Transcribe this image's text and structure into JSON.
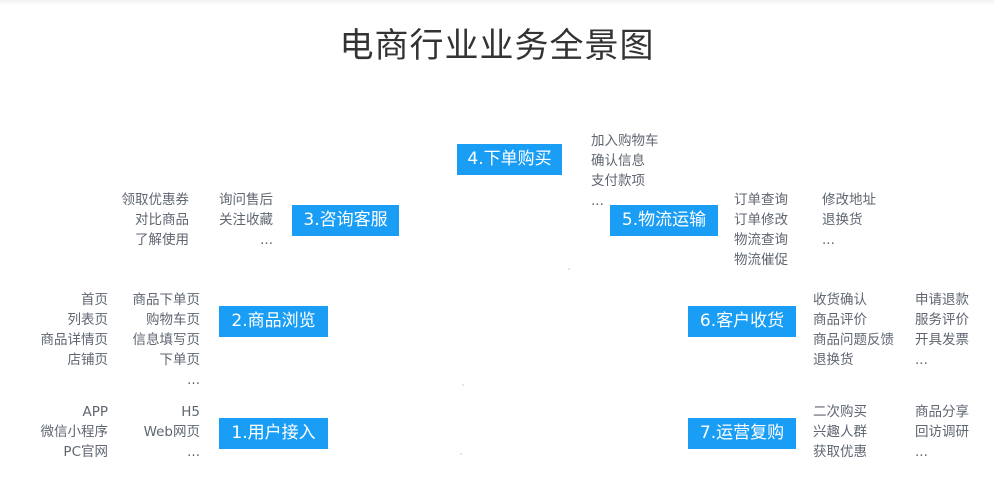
{
  "title": "电商行业业务全景图",
  "colors": {
    "stage_box": "#1a9ef5",
    "stage_text": "#ffffff",
    "list_text": "#5f6670",
    "title_text": "#333333"
  },
  "stages": {
    "s1": {
      "label": "1.用户接入",
      "left_list": [
        "APP",
        "微信小程序",
        "PC官网"
      ],
      "right_list": [
        "H5",
        "Web网页",
        "..."
      ]
    },
    "s2": {
      "label": "2.商品浏览",
      "left_list": [
        "首页",
        "列表页",
        "商品详情页",
        "店铺页"
      ],
      "right_list": [
        "商品下单页",
        "购物车页",
        "信息填写页",
        "下单页",
        "..."
      ]
    },
    "s3": {
      "label": "3.咨询客服",
      "left_list": [
        "领取优惠券",
        "对比商品",
        "了解使用"
      ],
      "right_list": [
        "询问售后",
        "关注收藏",
        "..."
      ]
    },
    "s4": {
      "label": "4.下单购买",
      "list": [
        "加入购物车",
        "确认信息",
        "支付款项",
        "..."
      ]
    },
    "s5": {
      "label": "5.物流运输",
      "col1": [
        "订单查询",
        "订单修改",
        "物流查询",
        "物流催促"
      ],
      "col2": [
        "修改地址",
        "退换货",
        "..."
      ]
    },
    "s6": {
      "label": "6.客户收货",
      "col1": [
        "收货确认",
        "商品评价",
        "商品问题反馈",
        "退换货"
      ],
      "col2": [
        "申请退款",
        "服务评价",
        "开具发票",
        "..."
      ]
    },
    "s7": {
      "label": "7.运营复购",
      "col1": [
        "二次购买",
        "兴趣人群",
        "获取优惠"
      ],
      "col2": [
        "商品分享",
        "回访调研",
        "..."
      ]
    }
  }
}
